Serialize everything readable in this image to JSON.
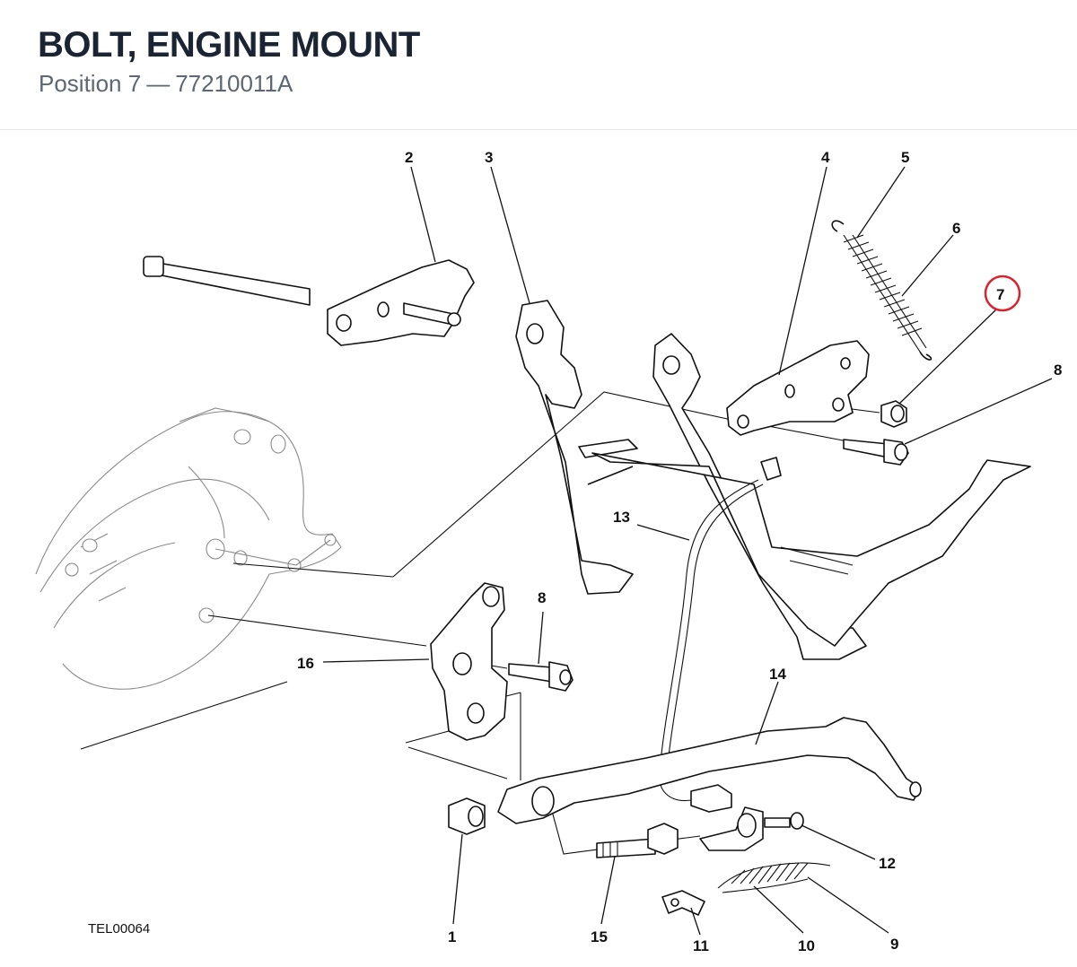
{
  "header": {
    "title": "BOLT, ENGINE MOUNT",
    "position_label": "Position 7",
    "separator": "—",
    "part_number": "77210011A"
  },
  "diagram": {
    "drawing_code": "TEL00064",
    "highlight_color": "#d9232e",
    "highlighted_callout": "7",
    "callouts": {
      "c1": "1",
      "c2": "2",
      "c3": "3",
      "c4": "4",
      "c5": "5",
      "c6": "6",
      "c7": "7",
      "c8a": "8",
      "c8b": "8",
      "c9": "9",
      "c10": "10",
      "c11": "11",
      "c12": "12",
      "c13": "13",
      "c14": "14",
      "c15": "15",
      "c16": "16"
    }
  }
}
